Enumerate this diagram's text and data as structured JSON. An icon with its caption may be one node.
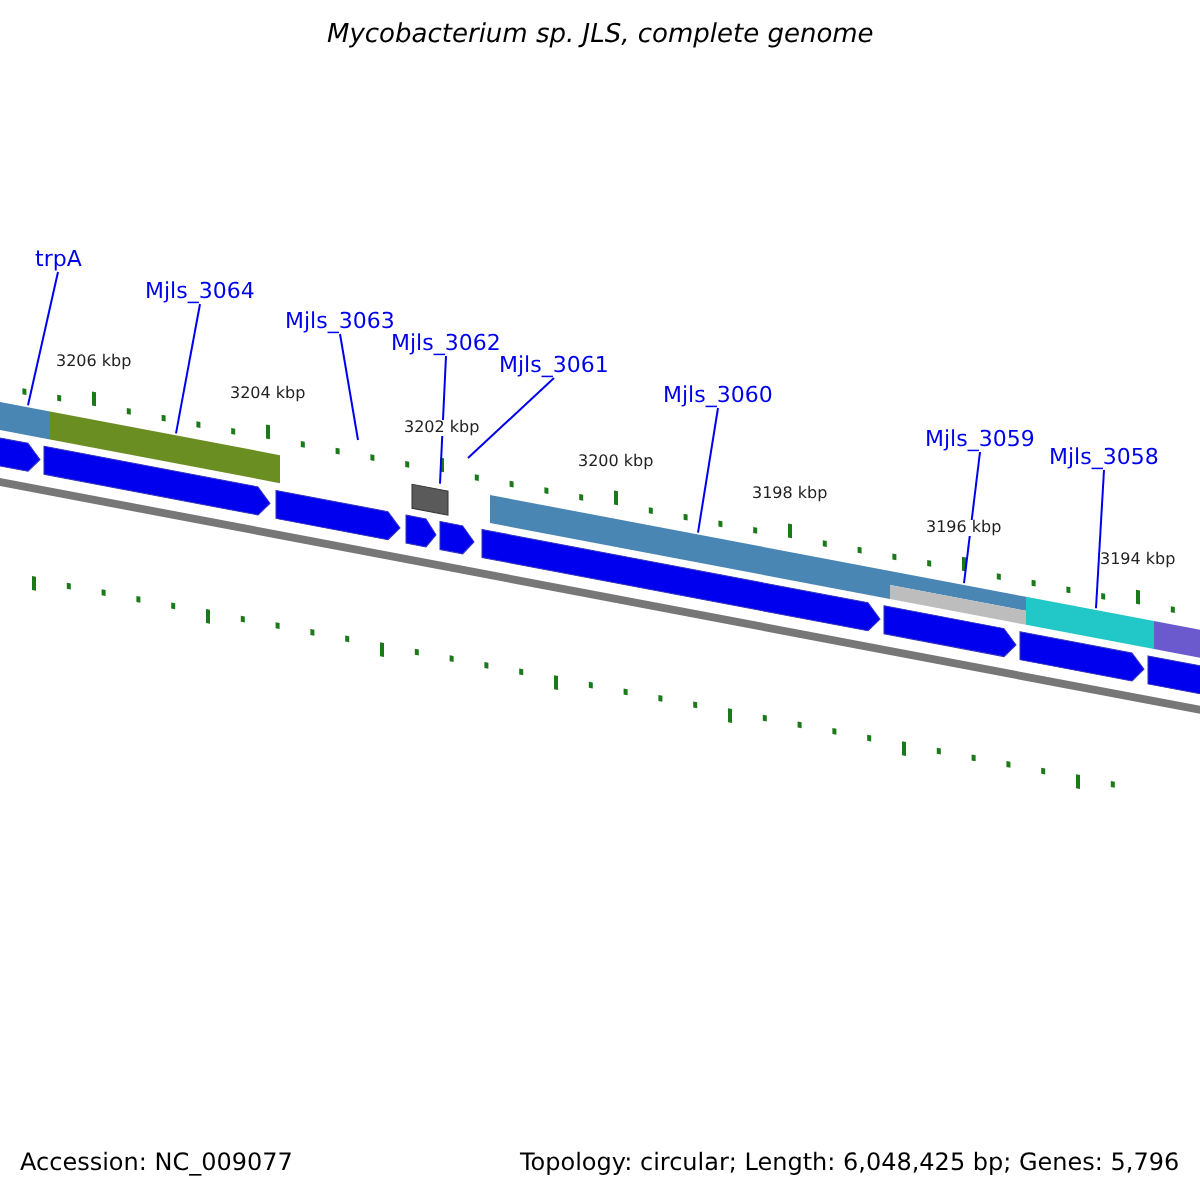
{
  "diagram": {
    "title": "Mycobacterium sp. JLS, complete genome",
    "nodes": [
      {
        "text": [
          "trpA"
        ]
      },
      {
        "text": [
          "Mjls_3064"
        ]
      },
      {
        "text": [
          "Mjls_3063"
        ]
      },
      {
        "text": [
          "Mjls_3062"
        ]
      },
      {
        "text": [
          "Mjls_3061"
        ]
      },
      {
        "text": [
          "Mjls_3060"
        ]
      },
      {
        "text": [
          "Mjls_3059"
        ]
      },
      {
        "text": [
          "Mjls_3058"
        ]
      },
      {
        "text": [],
        "shape": "bar"
      },
      {
        "text": [],
        "shape": "bar"
      },
      {
        "text": [],
        "shape": "box"
      },
      {
        "text": [],
        "shape": "bar"
      },
      {
        "text": [],
        "shape": "bar"
      },
      {
        "text": [],
        "shape": "bar"
      },
      {
        "text": [],
        "shape": "bar"
      },
      {
        "text": [],
        "shape": "pentagon"
      },
      {
        "text": [],
        "shape": "pentagon"
      },
      {
        "text": [],
        "shape": "pentagon"
      },
      {
        "text": [],
        "shape": "pentagon"
      },
      {
        "text": [],
        "shape": "pentagon"
      },
      {
        "text": [],
        "shape": "pentagon"
      },
      {
        "text": [],
        "shape": "pentagon"
      },
      {
        "text": [],
        "shape": "pentagon"
      },
      {
        "text": [],
        "shape": "pentagon"
      }
    ],
    "edges": [
      {
        "from": 0,
        "to": 8,
        "arrow": "none"
      },
      {
        "from": 1,
        "to": 9,
        "arrow": "none"
      },
      {
        "from": 2,
        "to": null,
        "arrow": "none"
      },
      {
        "from": 3,
        "to": 10,
        "arrow": "none"
      },
      {
        "from": 4,
        "to": null,
        "arrow": "none"
      },
      {
        "from": 5,
        "to": 11,
        "arrow": "none"
      },
      {
        "from": 6,
        "to": 12,
        "arrow": "none"
      },
      {
        "from": 7,
        "to": 13,
        "arrow": "none"
      }
    ],
    "labels": [
      "3206 kbp",
      "3204 kbp",
      "3202 kbp",
      "3200 kbp",
      "3198 kbp",
      "3196 kbp",
      "3194 kbp",
      "Accession: NC_009077",
      "Topology: circular; Length: 6,048,425 bp; Genes: 5,796"
    ]
  }
}
